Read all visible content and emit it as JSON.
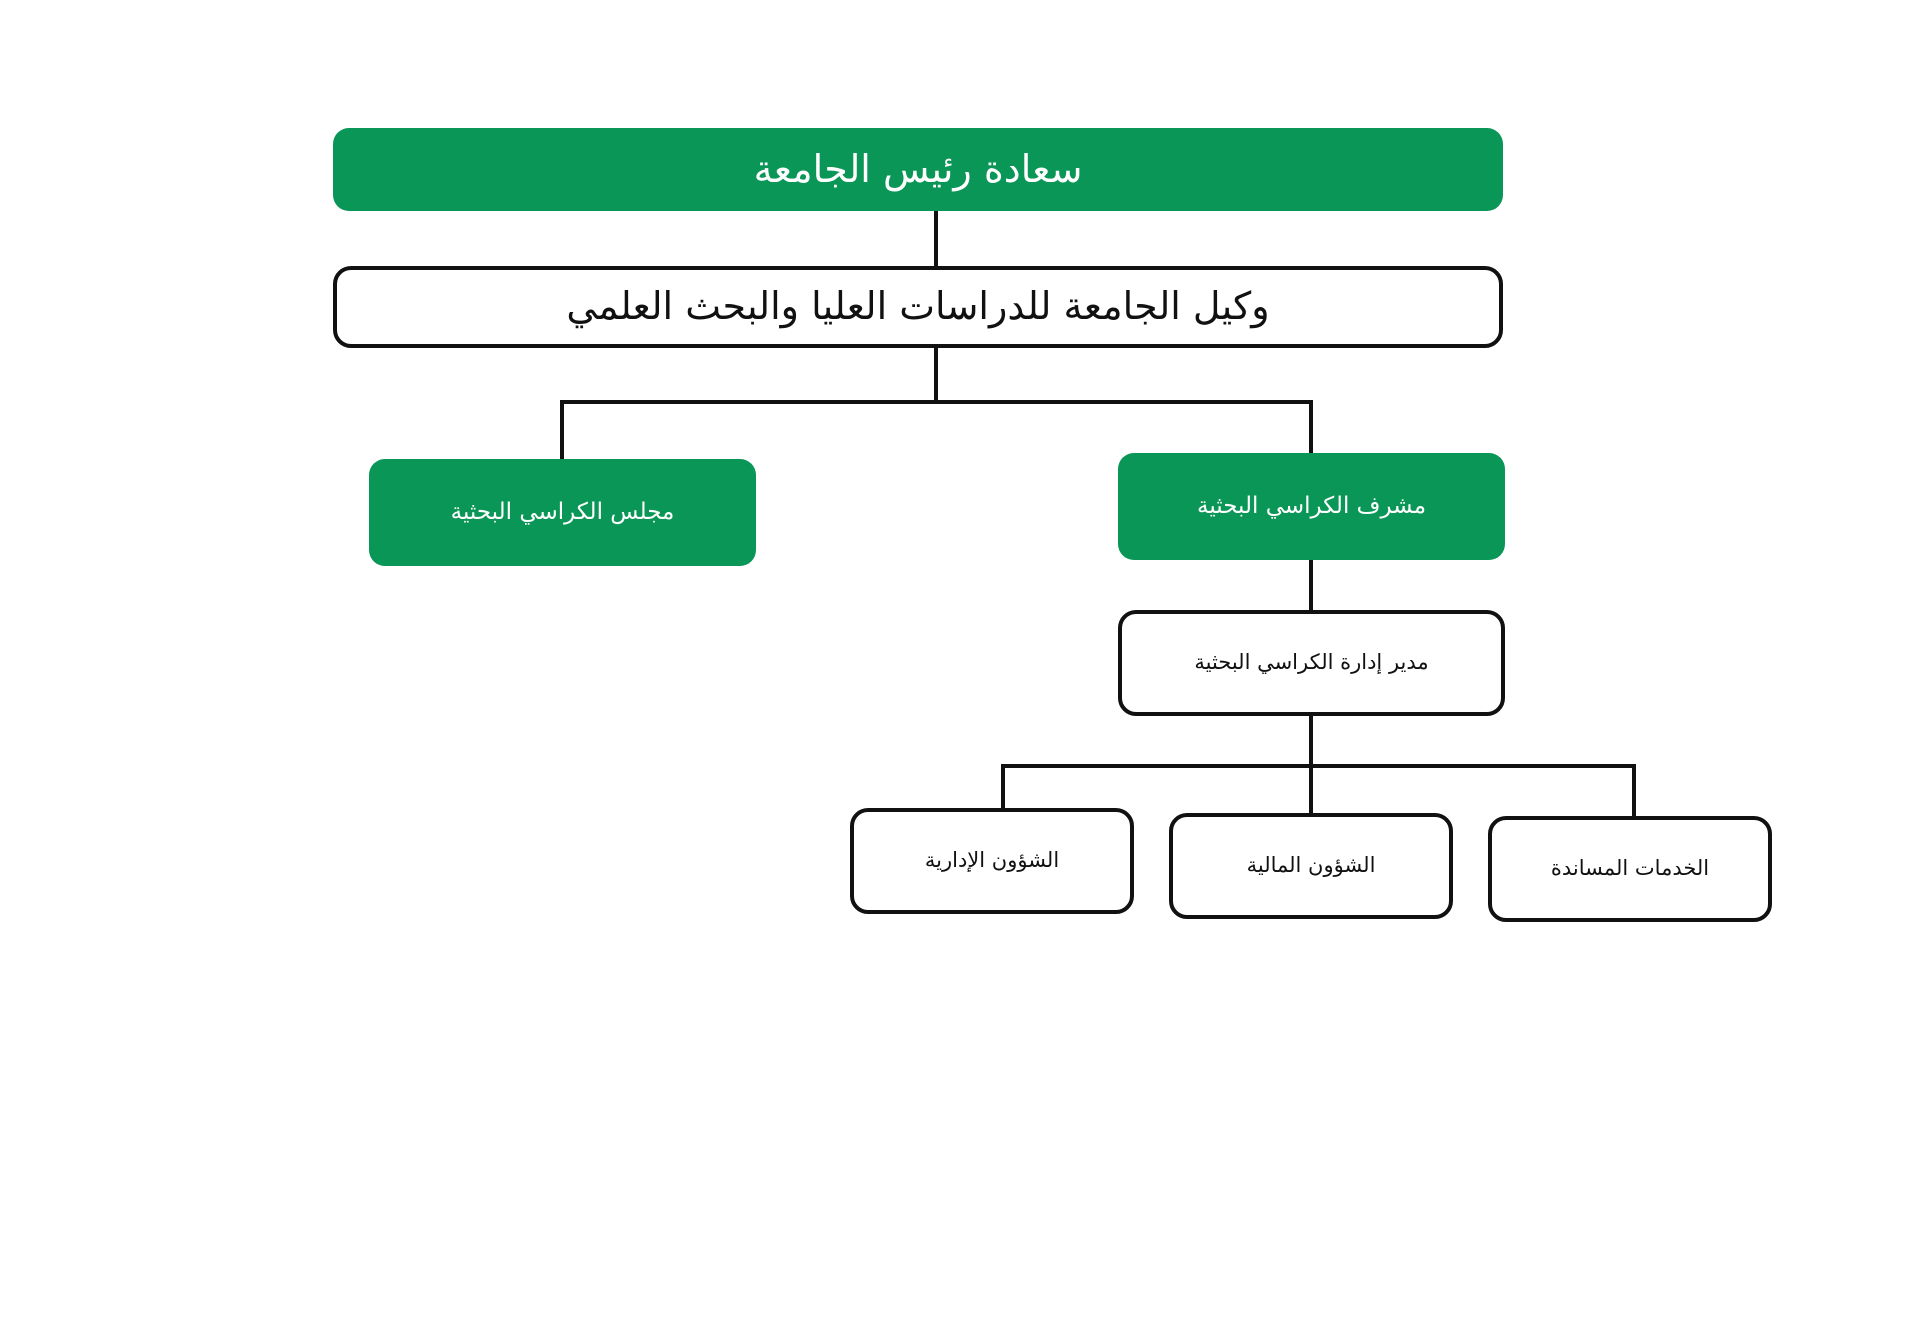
{
  "org_chart": {
    "nodes": {
      "president": "سعادة رئيس الجامعة",
      "vice_president": "وكيل الجامعة للدراسات العليا والبحث العلمي",
      "research_chairs_council": "مجلس الكراسي البحثية",
      "research_chairs_supervisor": "مشرف الكراسي البحثية",
      "research_chairs_director": "مدير إدارة الكراسي البحثية",
      "administrative_affairs": "الشؤون الإدارية",
      "financial_affairs": "الشؤون المالية",
      "support_services": "الخدمات المساندة"
    },
    "relations": [
      {
        "parent": "president",
        "child": "vice_president"
      },
      {
        "parent": "vice_president",
        "child": "research_chairs_council"
      },
      {
        "parent": "vice_president",
        "child": "research_chairs_supervisor"
      },
      {
        "parent": "research_chairs_supervisor",
        "child": "research_chairs_director"
      },
      {
        "parent": "research_chairs_director",
        "child": "administrative_affairs"
      },
      {
        "parent": "research_chairs_director",
        "child": "financial_affairs"
      },
      {
        "parent": "research_chairs_director",
        "child": "support_services"
      }
    ],
    "colors": {
      "accent_green": "#0a9656",
      "line": "#111111",
      "box_border": "#111111"
    }
  }
}
